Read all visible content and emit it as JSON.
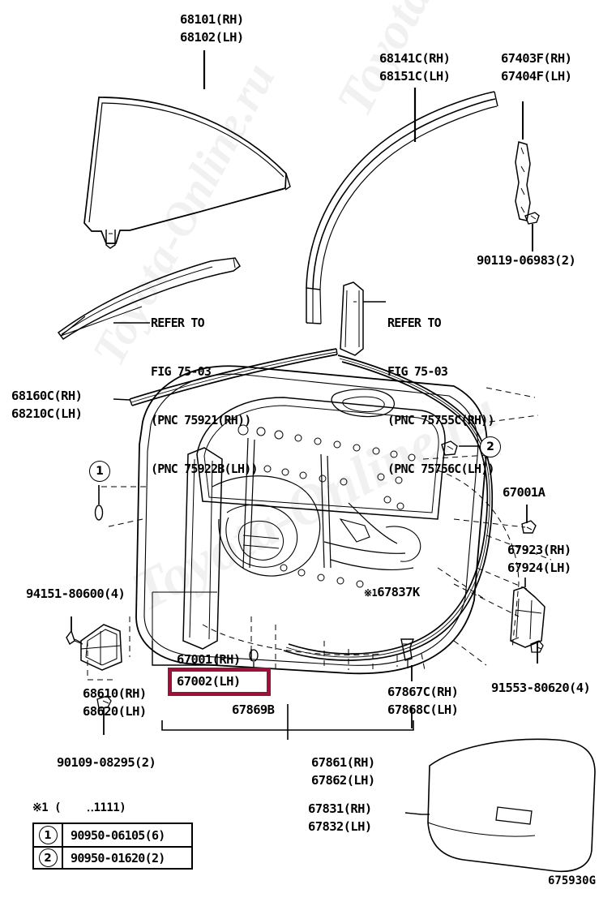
{
  "diagram": {
    "figure_code": "675930G",
    "watermark": "Toyota-Online.ru",
    "note_mark": "※1",
    "note_text": "※1 (    ‥1111)"
  },
  "labels": {
    "glass_front_rh": "68101(RH)",
    "glass_front_lh": "68102(LH)",
    "run_rh": "68141C(RH)",
    "run_lh": "68151C(LH)",
    "frame_rh": "67403F(RH)",
    "frame_lh": "67404F(LH)",
    "screw_90119": "90119-06983(2)",
    "belt_moulding_rh": "68160C(RH)",
    "belt_moulding_lh": "68210C(LH)",
    "clip_94151": "94151-80600(4)",
    "hinge_68610_rh": "68610(RH)",
    "hinge_68620_lh": "68620(LH)",
    "bolt_90109": "90109-08295(2)",
    "panel_67001_rh": "67001(RH)",
    "panel_67002_lh": "67002(LH)",
    "part_67869b": "67869B",
    "weatherstrip_67861_rh": "67861(RH)",
    "weatherstrip_67862_lh": "67862(LH)",
    "retainer_67867c_rh": "67867C(RH)",
    "retainer_67868c_lh": "67868C(LH)",
    "clip_91553": "91553-80620(4)",
    "check_67001a": "67001A",
    "hinge_67923_rh": "67923(RH)",
    "hinge_67924_lh": "67924(LH)",
    "part_67837k": "67837K",
    "cover_67831_rh": "67831(RH)",
    "cover_67832_lh": "67832(LH)"
  },
  "refer_notes": [
    {
      "id": "refer-left",
      "line1": "REFER TO",
      "line2": "FIG 75-03",
      "line3": "(PNC 75921(RH))",
      "line4": "(PNC 75922B(LH))"
    },
    {
      "id": "refer-right",
      "line1": "REFER TO",
      "line2": "FIG 75-03",
      "line3": "(PNC 75755C(RH))",
      "line4": "(PNC 75756C(LH))"
    }
  ],
  "callouts": {
    "one": "1",
    "two": "2"
  },
  "legend": {
    "rows": [
      {
        "marker": "1",
        "part": "90950-06105(6)"
      },
      {
        "marker": "2",
        "part": "90950-01620(2)"
      }
    ]
  },
  "highlight": {
    "color": "#9b1137",
    "target_label": "67002(LH)"
  }
}
